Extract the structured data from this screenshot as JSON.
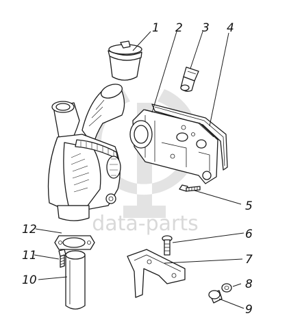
{
  "watermark": {
    "text": "data-parts"
  },
  "callouts": [
    {
      "id": "1",
      "label": "1"
    },
    {
      "id": "2",
      "label": "2"
    },
    {
      "id": "3",
      "label": "3"
    },
    {
      "id": "4",
      "label": "4"
    },
    {
      "id": "5",
      "label": "5"
    },
    {
      "id": "6",
      "label": "6"
    },
    {
      "id": "7",
      "label": "7"
    },
    {
      "id": "8",
      "label": "8"
    },
    {
      "id": "9",
      "label": "9"
    },
    {
      "id": "10",
      "label": "10"
    },
    {
      "id": "11",
      "label": "11"
    },
    {
      "id": "12",
      "label": "12"
    }
  ]
}
